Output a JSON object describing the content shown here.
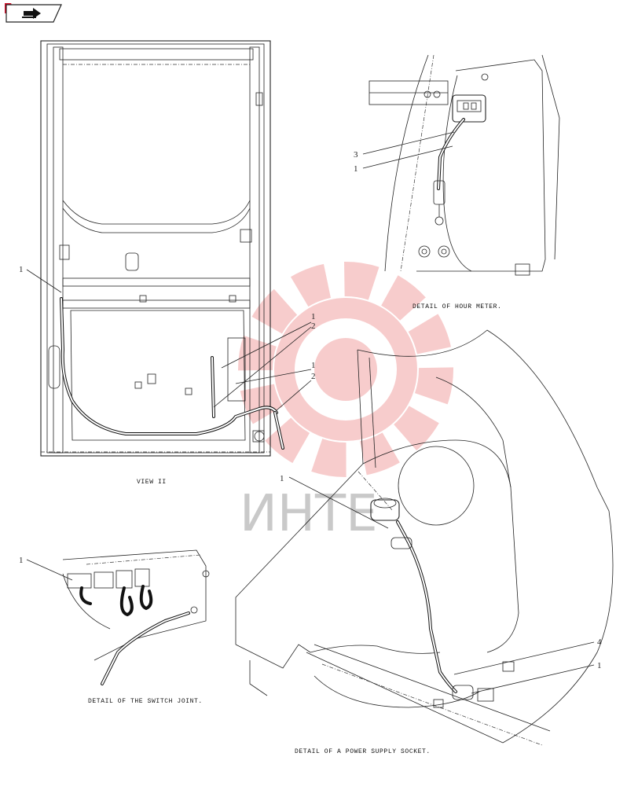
{
  "nav": {
    "icon": "next-page-icon"
  },
  "watermark": {
    "text": "ИНТЕ",
    "color": "#f2a3a3"
  },
  "captions": {
    "view_ii": "VIEW II",
    "hour_meter": "DETAIL OF HOUR METER.",
    "switch_joint": "DETAIL OF THE SWITCH JOINT.",
    "power_socket": "DETAIL OF A POWER SUPPLY SOCKET."
  },
  "callouts": {
    "view_left": "1",
    "view_upper_1": "1",
    "view_upper_2": "2",
    "view_lower_1": "1",
    "view_lower_2": "2",
    "hour_3": "3",
    "hour_1": "1",
    "switch_1": "1",
    "socket_1_top": "1",
    "socket_4": "4",
    "socket_1_bottom": "1"
  }
}
